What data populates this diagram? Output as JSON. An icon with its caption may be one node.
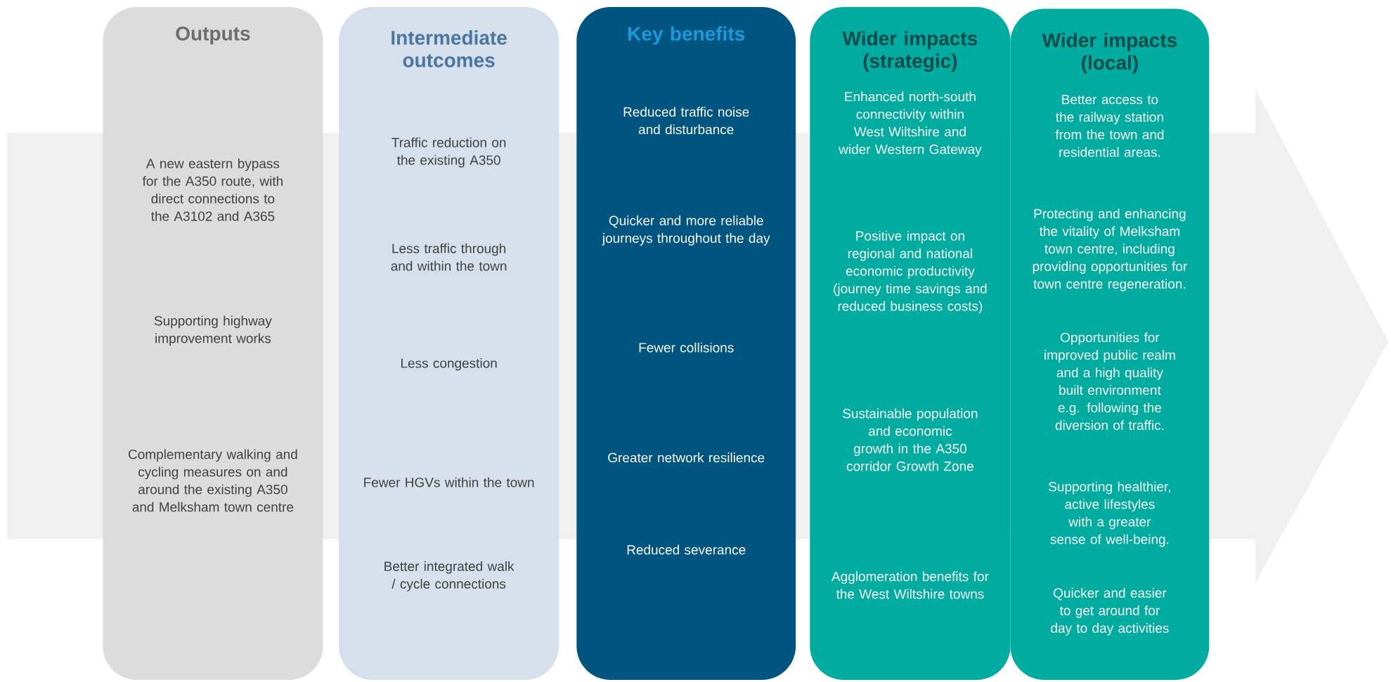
{
  "diagram": {
    "nodes": [
      {
        "text": [
          "Outputs",
          "A new eastern bypass for the A350 route, with direct connections to the A3102 and A365",
          "Supporting highway improvement works",
          "Complementary walking and cycling measures on and around the existing A350 and Melksham town centre"
        ]
      },
      {
        "text": [
          "Intermediate outcomes",
          "Traffic reduction on the existing A350",
          "Less traffic through and within the town",
          "Less congestion",
          "Fewer HGVs within the town",
          "Better integrated walk / cycle connections"
        ]
      },
      {
        "text": [
          "Key benefits",
          "Reduced traffic noise and disturbance",
          "Quicker and more reliable journeys throughout the day",
          "Fewer collisions",
          "Greater network resilience",
          "Reduced severance"
        ]
      },
      {
        "text": [
          "Wider impacts (strategic)",
          "Enhanced north-south connectivity within West Wiltshire and wider Western Gateway",
          "Positive impact on regional and national economic productivity (journey time savings and reduced business costs)",
          "Sustainable population and economic growth in the A350 corridor Growth Zone",
          "Agglomeration benefits for the West Wiltshire towns"
        ]
      },
      {
        "text": [
          "Wider impacts (local)",
          "Better access to the railway station from the town and residential areas.",
          "Protecting and enhancing the vitality of Melksham town centre, including providing opportunities for town centre regeneration.",
          "Opportunities for improved public realm and a high quality built environment e.g. following the diversion of traffic.",
          "Supporting healthier, active lifestyles with a greater sense of well-being.",
          "Quicker and easier to get around for day to day activities"
        ]
      }
    ]
  }
}
